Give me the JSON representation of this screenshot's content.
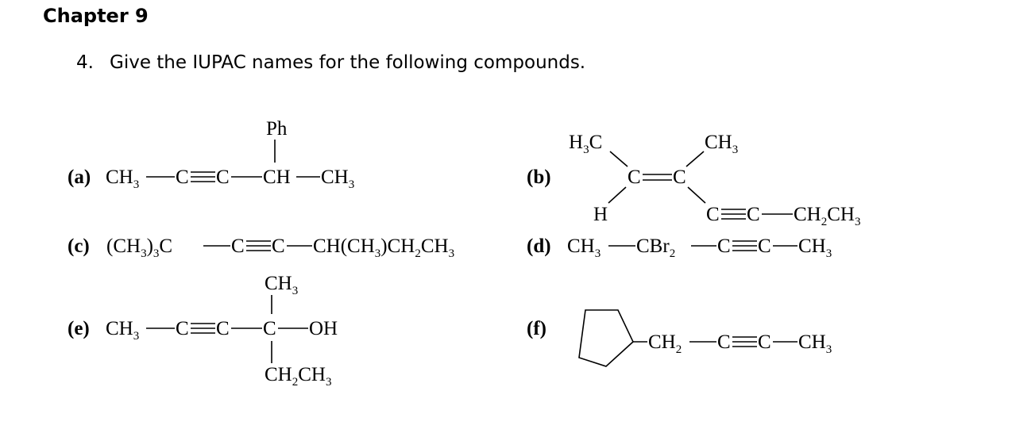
{
  "heading": "Chapter 9",
  "question": {
    "number": "4.",
    "text": "Give the IUPAC names for the following compounds."
  },
  "compounds": {
    "a": {
      "label": "(a)",
      "ch3_left": "CH",
      "ch3_left_sub": "3",
      "c1": "C",
      "c2": "C",
      "ch": "CH",
      "ch3_right": "CH",
      "ch3_right_sub": "3",
      "substituent": "Ph"
    },
    "b": {
      "label": "(b)",
      "h3c_h": "H",
      "h3c_sub": "3",
      "h3c_c": "C",
      "ch3_top": "CH",
      "ch3_top_sub": "3",
      "c_left": "C",
      "c_right": "C",
      "h": "H",
      "c3": "C",
      "c4": "C",
      "ethyl_ch": "CH",
      "ethyl_sub": "2",
      "ethyl_ch3": "CH",
      "ethyl_ch3_sub": "3"
    },
    "c": {
      "label": "(c)",
      "group1": "(CH",
      "group1_sub": "3",
      "group1_end": ")",
      "group1_sub2": "3",
      "group1_c": "C",
      "c1": "C",
      "c2": "C",
      "group2": "CH(CH",
      "group2_sub": "3",
      "group2_mid": ")CH",
      "group2_sub2": "2",
      "group2_end": "CH",
      "group2_sub3": "3"
    },
    "d": {
      "label": "(d)",
      "ch3_left": "CH",
      "ch3_left_sub": "3",
      "cbr": "CBr",
      "cbr_sub": "2",
      "c1": "C",
      "c2": "C",
      "ch3_right": "CH",
      "ch3_right_sub": "3"
    },
    "e": {
      "label": "(e)",
      "ch3_left": "CH",
      "ch3_left_sub": "3",
      "c1": "C",
      "c2": "C",
      "c3": "C",
      "oh": "OH",
      "ch3_top": "CH",
      "ch3_top_sub": "3",
      "ethyl": "CH",
      "ethyl_sub": "2",
      "ethyl_ch3": "CH",
      "ethyl_ch3_sub": "3"
    },
    "f": {
      "label": "(f)",
      "ch2": "CH",
      "ch2_sub": "2",
      "c1": "C",
      "c2": "C",
      "ch3": "CH",
      "ch3_sub": "3"
    }
  }
}
